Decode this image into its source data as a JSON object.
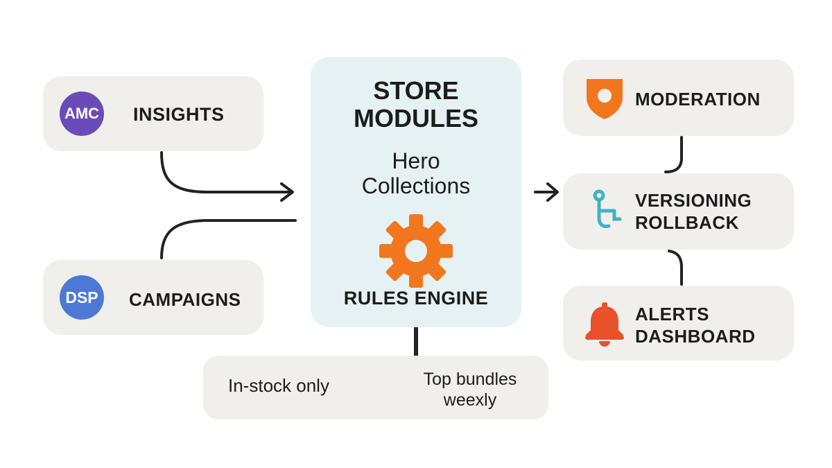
{
  "sources": [
    {
      "id": "amc",
      "badge": "AMC",
      "label": "INSIGHTS",
      "badge_color": "#6a4bb8"
    },
    {
      "id": "dsp",
      "badge": "DSP",
      "label": "CAMPAIGNS",
      "badge_color": "#4d78d6"
    }
  ],
  "center": {
    "title_line1": "STORE",
    "title_line2": "MODULES",
    "subtitle_line1": "Hero",
    "subtitle_line2": "Collections",
    "gear_icon": "gear-icon",
    "gear_color": "#f1761d",
    "engine_label": "RULES ENGINE"
  },
  "rules": {
    "left": "In-stock only",
    "right_line1": "Top bundles",
    "right_line2": "weexly"
  },
  "outputs": [
    {
      "id": "moderation",
      "line1": "MODERATION",
      "line2": "",
      "icon": "shield-icon",
      "icon_color": "#f1761d"
    },
    {
      "id": "versioning",
      "line1": "VERSIONING",
      "line2": "ROLLBACK",
      "icon": "branch-icon",
      "icon_color": "#3fb3c4"
    },
    {
      "id": "alerts",
      "line1": "ALERTS",
      "line2": "DASHBOARD",
      "icon": "bell-icon",
      "icon_color": "#e9512a"
    }
  ]
}
